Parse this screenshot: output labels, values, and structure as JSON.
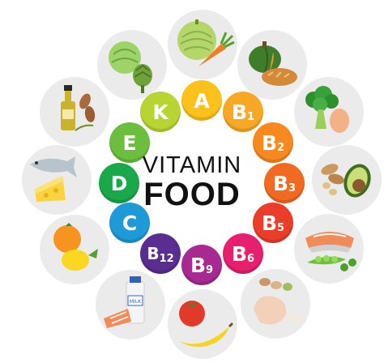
{
  "title": {
    "line1": "VITAMIN",
    "line2": "FOOD"
  },
  "vitamins": [
    {
      "letter": "A",
      "sub": "",
      "color": "#fcc21b"
    },
    {
      "letter": "B",
      "sub": "1",
      "color": "#f9a825"
    },
    {
      "letter": "B",
      "sub": "2",
      "color": "#f7891f"
    },
    {
      "letter": "B",
      "sub": "3",
      "color": "#f26a22"
    },
    {
      "letter": "B",
      "sub": "5",
      "color": "#ea3d2a"
    },
    {
      "letter": "B",
      "sub": "6",
      "color": "#e61f6f"
    },
    {
      "letter": "B",
      "sub": "9",
      "color": "#a62a91"
    },
    {
      "letter": "B",
      "sub": "12",
      "color": "#5a2d91"
    },
    {
      "letter": "C",
      "sub": "",
      "color": "#1e9ad6"
    },
    {
      "letter": "D",
      "sub": "",
      "color": "#1aa94a"
    },
    {
      "letter": "E",
      "sub": "",
      "color": "#6cbf3e"
    },
    {
      "letter": "K",
      "sub": "",
      "color": "#b7d433"
    }
  ],
  "foods": [
    {
      "name": "melon-carrot"
    },
    {
      "name": "pumpkin-bread"
    },
    {
      "name": "broccoli-egg"
    },
    {
      "name": "peanuts-avocado"
    },
    {
      "name": "salmon-peas"
    },
    {
      "name": "nuts-chicken"
    },
    {
      "name": "tomato-banana"
    },
    {
      "name": "milk-fish"
    },
    {
      "name": "orange-lemon"
    },
    {
      "name": "cheese-fish"
    },
    {
      "name": "oil-almonds"
    },
    {
      "name": "cabbage-artichoke"
    }
  ],
  "milk_label": "MILK"
}
